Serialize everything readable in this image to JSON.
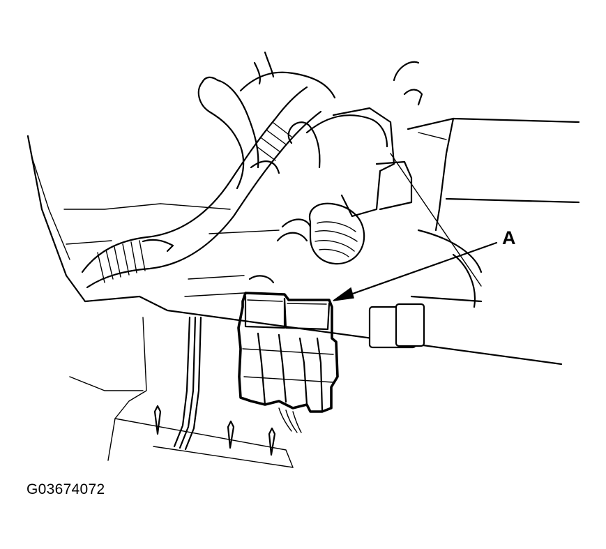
{
  "callout": {
    "label": "A",
    "target": "connector"
  },
  "figure": {
    "id": "G03674072"
  },
  "colors": {
    "ink": "#000000",
    "paper": "#ffffff"
  }
}
